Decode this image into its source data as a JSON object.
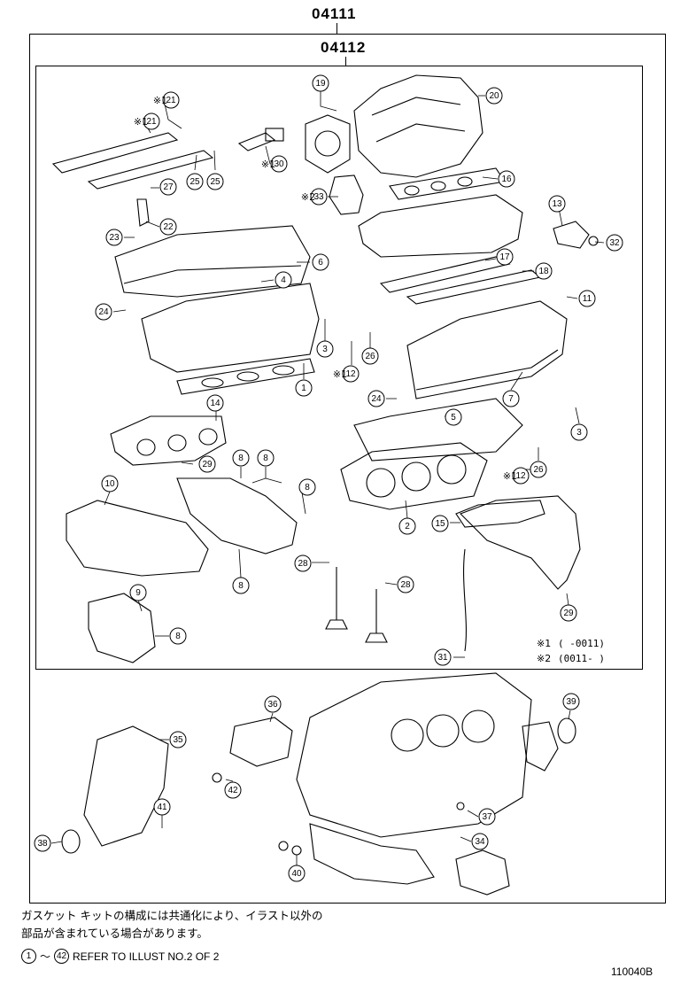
{
  "header": {
    "outer_code": "04111",
    "inner_code": "04112"
  },
  "marks": {
    "m1": "※1",
    "m2": "※2"
  },
  "callouts": [
    {
      "id": "c20",
      "n": "20",
      "mark": ""
    },
    {
      "id": "c19",
      "n": "19",
      "mark": ""
    },
    {
      "id": "c21a",
      "n": "21",
      "mark": "※1"
    },
    {
      "id": "c21b",
      "n": "21",
      "mark": "※1"
    },
    {
      "id": "c25a",
      "n": "25",
      "mark": ""
    },
    {
      "id": "c25b",
      "n": "25",
      "mark": ""
    },
    {
      "id": "c30",
      "n": "30",
      "mark": "※1"
    },
    {
      "id": "c27",
      "n": "27",
      "mark": ""
    },
    {
      "id": "c33",
      "n": "33",
      "mark": "※2"
    },
    {
      "id": "c16",
      "n": "16",
      "mark": ""
    },
    {
      "id": "c13",
      "n": "13",
      "mark": ""
    },
    {
      "id": "c22",
      "n": "22",
      "mark": ""
    },
    {
      "id": "c23",
      "n": "23",
      "mark": ""
    },
    {
      "id": "c32",
      "n": "32",
      "mark": ""
    },
    {
      "id": "c17",
      "n": "17",
      "mark": ""
    },
    {
      "id": "c6",
      "n": "6",
      "mark": ""
    },
    {
      "id": "c18",
      "n": "18",
      "mark": ""
    },
    {
      "id": "c4",
      "n": "4",
      "mark": ""
    },
    {
      "id": "c11",
      "n": "11",
      "mark": ""
    },
    {
      "id": "c24a",
      "n": "24",
      "mark": ""
    },
    {
      "id": "c3a",
      "n": "3",
      "mark": ""
    },
    {
      "id": "c26a",
      "n": "26",
      "mark": ""
    },
    {
      "id": "c12a",
      "n": "12",
      "mark": "※1"
    },
    {
      "id": "c1",
      "n": "1",
      "mark": ""
    },
    {
      "id": "c24b",
      "n": "24",
      "mark": ""
    },
    {
      "id": "c7",
      "n": "7",
      "mark": ""
    },
    {
      "id": "c14",
      "n": "14",
      "mark": ""
    },
    {
      "id": "c5",
      "n": "5",
      "mark": ""
    },
    {
      "id": "c3b",
      "n": "3",
      "mark": ""
    },
    {
      "id": "c8a",
      "n": "8",
      "mark": ""
    },
    {
      "id": "c8b",
      "n": "8",
      "mark": ""
    },
    {
      "id": "c29a",
      "n": "29",
      "mark": ""
    },
    {
      "id": "c12b",
      "n": "12",
      "mark": "※1"
    },
    {
      "id": "c26b",
      "n": "26",
      "mark": ""
    },
    {
      "id": "c10",
      "n": "10",
      "mark": ""
    },
    {
      "id": "c8c",
      "n": "8",
      "mark": ""
    },
    {
      "id": "c2",
      "n": "2",
      "mark": ""
    },
    {
      "id": "c15",
      "n": "15",
      "mark": ""
    },
    {
      "id": "c28a",
      "n": "28",
      "mark": ""
    },
    {
      "id": "c28b",
      "n": "28",
      "mark": ""
    },
    {
      "id": "c8d",
      "n": "8",
      "mark": ""
    },
    {
      "id": "c9",
      "n": "9",
      "mark": ""
    },
    {
      "id": "c29b",
      "n": "29",
      "mark": ""
    },
    {
      "id": "c8e",
      "n": "8",
      "mark": ""
    },
    {
      "id": "c31",
      "n": "31",
      "mark": ""
    },
    {
      "id": "c36",
      "n": "36",
      "mark": ""
    },
    {
      "id": "c39",
      "n": "39",
      "mark": ""
    },
    {
      "id": "c35",
      "n": "35",
      "mark": ""
    },
    {
      "id": "c42",
      "n": "42",
      "mark": ""
    },
    {
      "id": "c41",
      "n": "41",
      "mark": ""
    },
    {
      "id": "c37",
      "n": "37",
      "mark": ""
    },
    {
      "id": "c34",
      "n": "34",
      "mark": ""
    },
    {
      "id": "c38",
      "n": "38",
      "mark": ""
    },
    {
      "id": "c40",
      "n": "40",
      "mark": ""
    }
  ],
  "footnotes": {
    "line1_mark": "※1",
    "line1_text": "(       -0011)",
    "line2_mark": "※2",
    "line2_text": "(0011-       )"
  },
  "note": {
    "jp_line1": "ガスケット キットの構成には共通化により、イラスト以外の",
    "jp_line2": "部品が含まれている場合があります。",
    "refer_from": "1",
    "refer_tilde": "～",
    "refer_to": "42",
    "refer_text": "REFER TO ILLUST NO.2 OF 2"
  },
  "diagram_id": "110040B"
}
